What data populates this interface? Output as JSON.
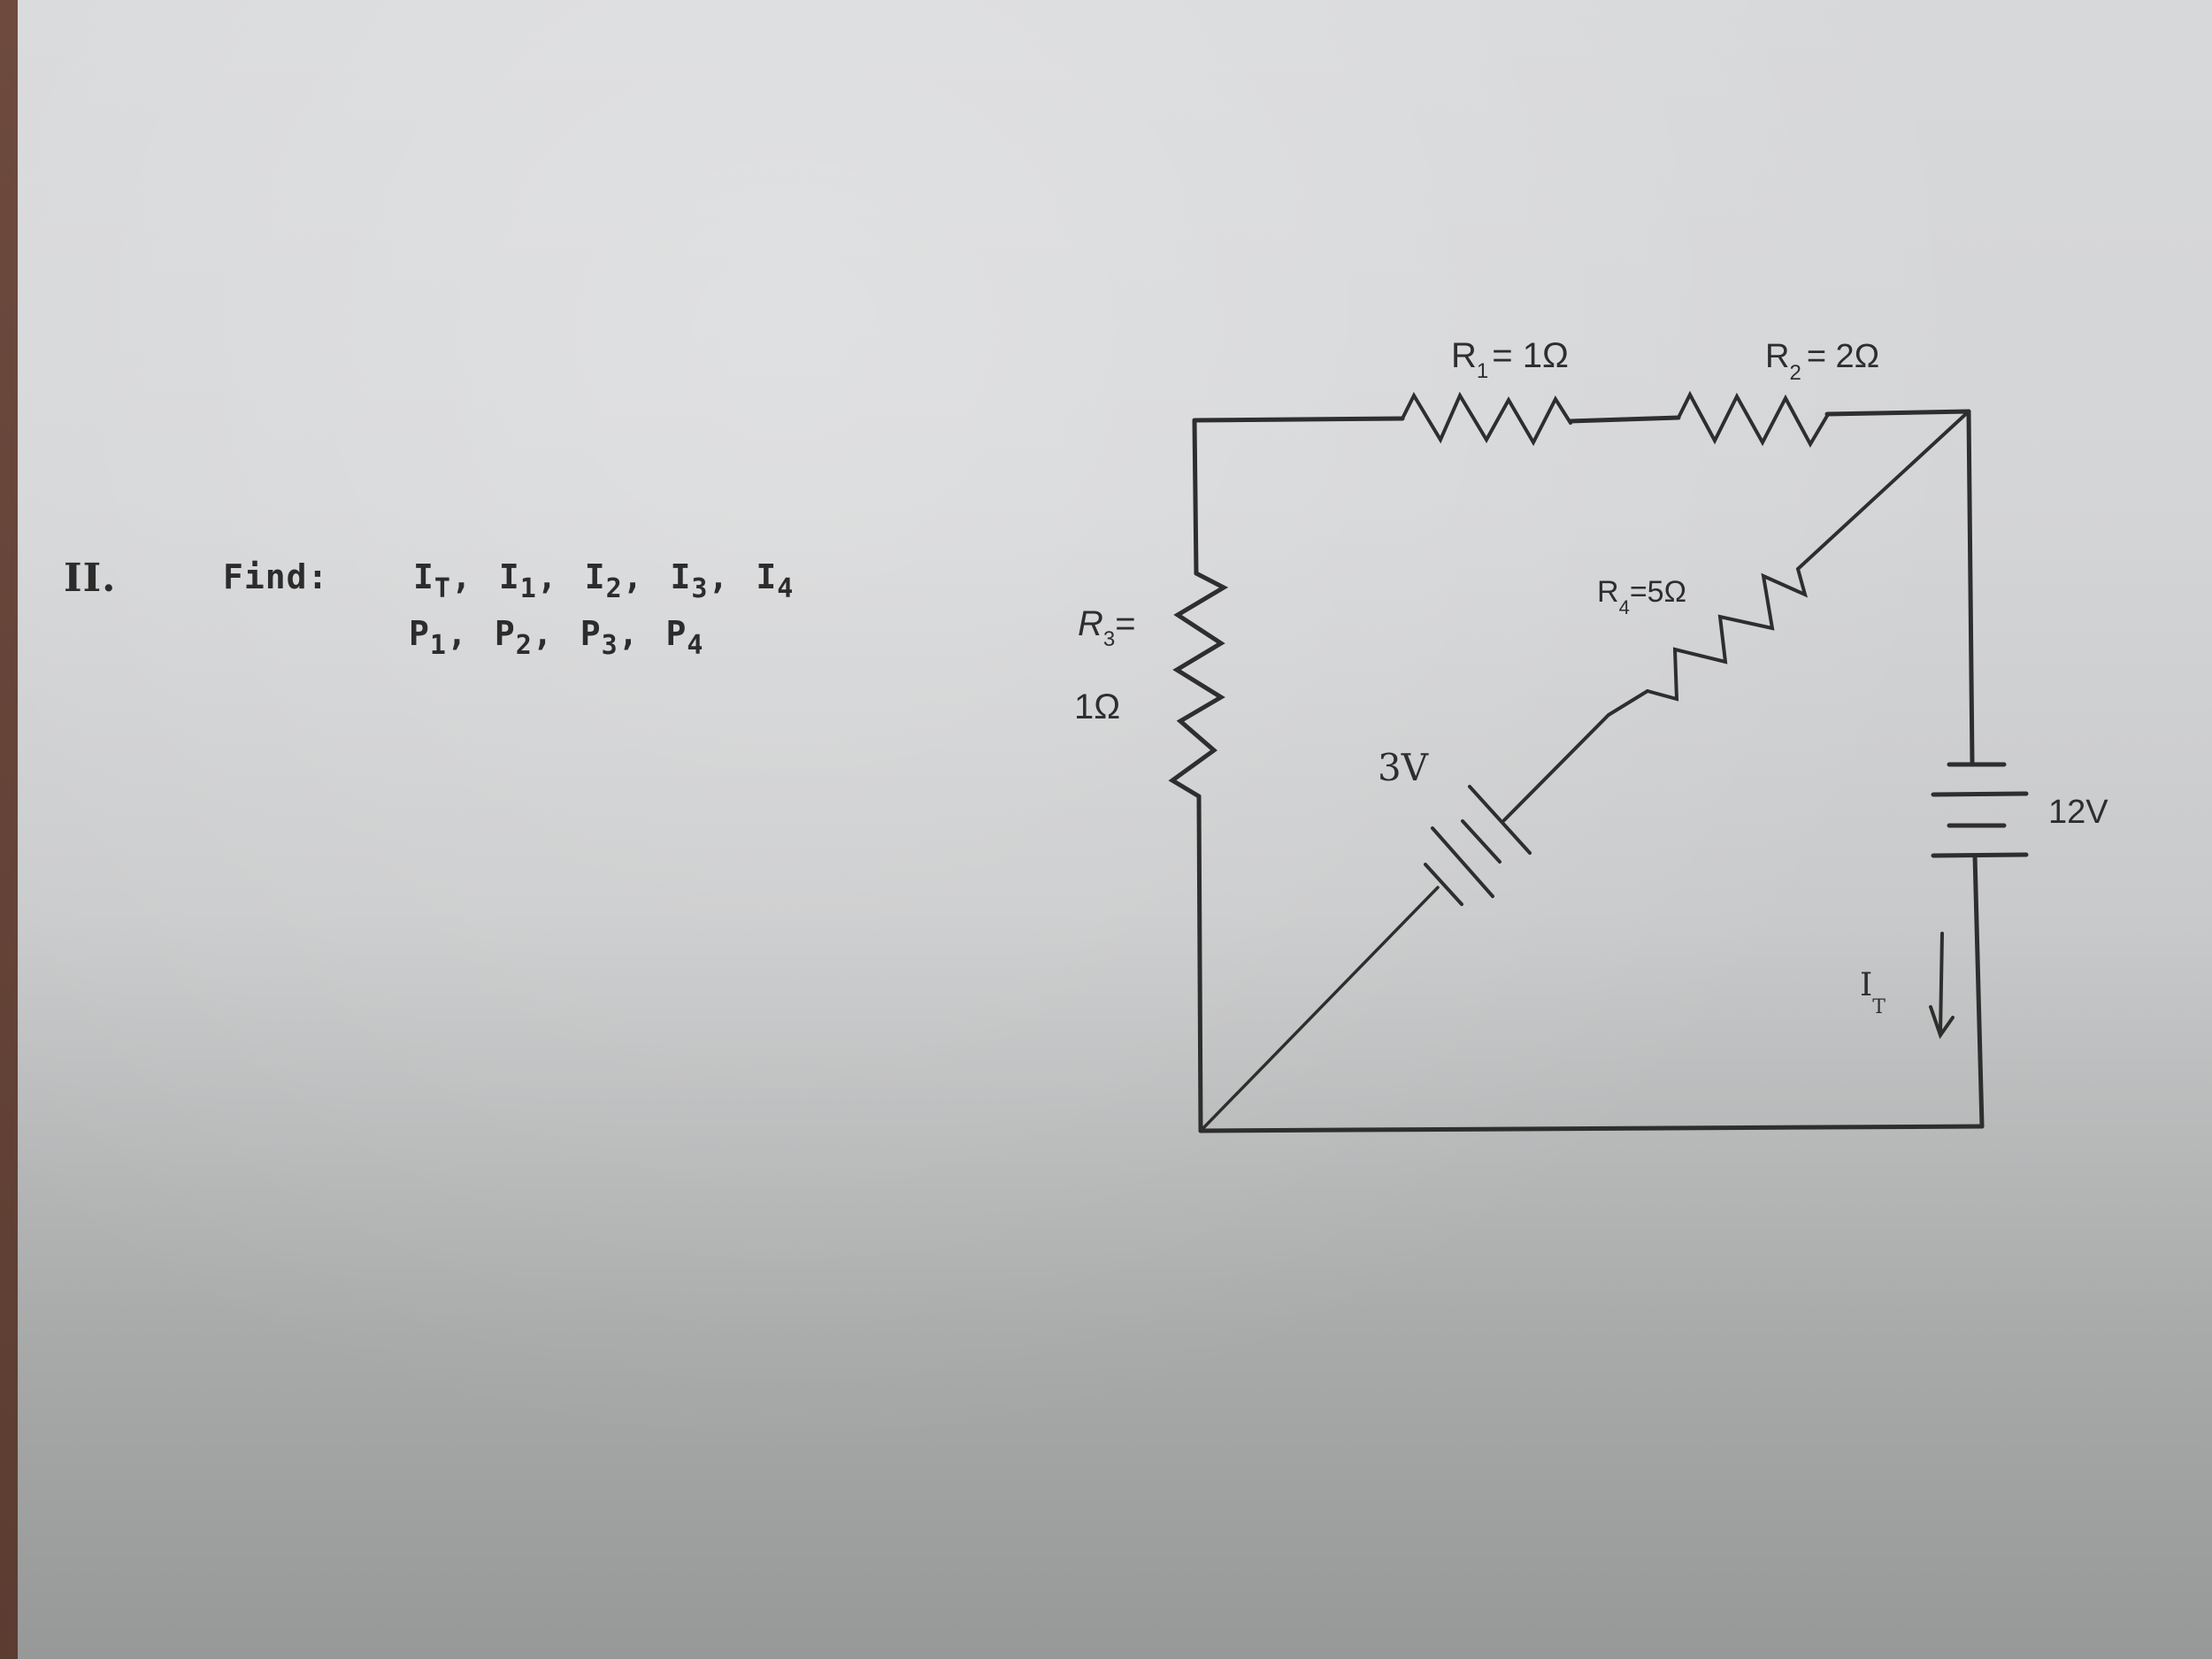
{
  "problem": {
    "number": "II.",
    "prompt": "Find:",
    "unknowns_row1": [
      {
        "base": "I",
        "sub": "T",
        "sep": ","
      },
      {
        "base": "I",
        "sub": "1",
        "sep": ","
      },
      {
        "base": "I",
        "sub": "2",
        "sep": ","
      },
      {
        "base": "I",
        "sub": "3",
        "sep": ","
      },
      {
        "base": "I",
        "sub": "4",
        "sep": ""
      }
    ],
    "unknowns_row2": [
      {
        "base": "P",
        "sub": "1",
        "sep": ","
      },
      {
        "base": "P",
        "sub": "2",
        "sep": ","
      },
      {
        "base": "P",
        "sub": "3",
        "sep": ","
      },
      {
        "base": "P",
        "sub": "4",
        "sep": ""
      }
    ]
  },
  "circuit": {
    "ink_color": "#2e2e2e",
    "components": {
      "R1": {
        "label": "R",
        "sub": "1",
        "value": "= 1Ω"
      },
      "R2": {
        "label": "R",
        "sub": "2",
        "value": "= 2Ω"
      },
      "R3": {
        "label": "R",
        "sub": "3",
        "value_line1": "=",
        "value_line2": "1Ω"
      },
      "R4": {
        "label": "R",
        "sub": "4",
        "value": "=5Ω"
      },
      "battery_small": {
        "label": "3V"
      },
      "battery_main": {
        "label": "12V"
      },
      "current_total": {
        "label": "I",
        "sub": "T",
        "direction": "down"
      }
    }
  }
}
